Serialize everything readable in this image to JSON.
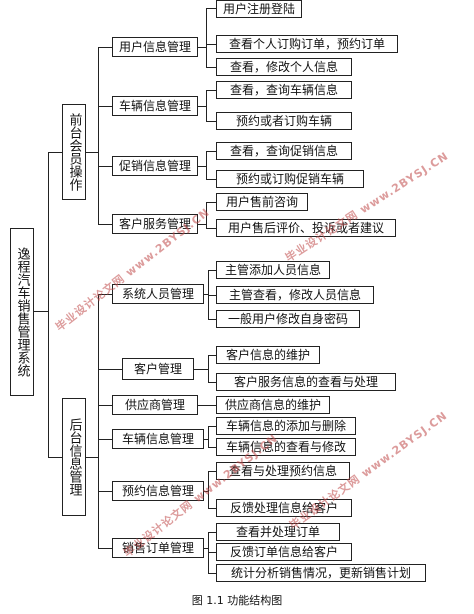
{
  "root": "逸程汽车销售管理系统",
  "front": {
    "label": "前台会员操作",
    "modules": [
      {
        "name": "用户信息管理",
        "items": [
          "用户注册登陆",
          "查看个人订购订单，预约订单",
          "查看，修改个人信息"
        ]
      },
      {
        "name": "车辆信息管理",
        "items": [
          "查看，查询车辆信息",
          "预约或者订购车辆"
        ]
      },
      {
        "name": "促销信息管理",
        "items": [
          "查看，查询促销信息",
          "预约或订购促销车辆"
        ]
      },
      {
        "name": "客户服务管理",
        "items": [
          "用户售前咨询",
          "用户售后评价、投诉或者建议"
        ]
      }
    ]
  },
  "back": {
    "label": "后台信息管理",
    "modules": [
      {
        "name": "系统人员管理",
        "items": [
          "主管添加人员信息",
          "主管查看，修改人员信息",
          "一般用户修改自身密码"
        ]
      },
      {
        "name": "客户管理",
        "items": [
          "客户信息的维护",
          "客户服务信息的查看与处理"
        ]
      },
      {
        "name": "供应商管理",
        "items": [
          "供应商信息的维护"
        ]
      },
      {
        "name": "车辆信息管理",
        "items": [
          "车辆信息的添加与删除",
          "车辆信息的查看与修改"
        ]
      },
      {
        "name": "预约信息管理",
        "items": [
          "查看与处理预约信息",
          "反馈处理信息给客户"
        ]
      },
      {
        "name": "销售订单管理",
        "items": [
          "查看并处理订单",
          "反馈订单信息给客户",
          "统计分析销售情况，更新销售计划"
        ]
      }
    ]
  },
  "caption": "图 1.1 功能结构图",
  "watermarks": [
    "毕业设计论文网 www.2BYSJ.CN",
    "毕业设计论文网 www.2BYSJ.CN",
    "毕业设计论文网 www.2BYSJ.CN",
    "毕业设计论文网 www.2BYSJ.CN"
  ],
  "colors": {
    "line": "#222222",
    "watermark": "#c04a4a"
  }
}
